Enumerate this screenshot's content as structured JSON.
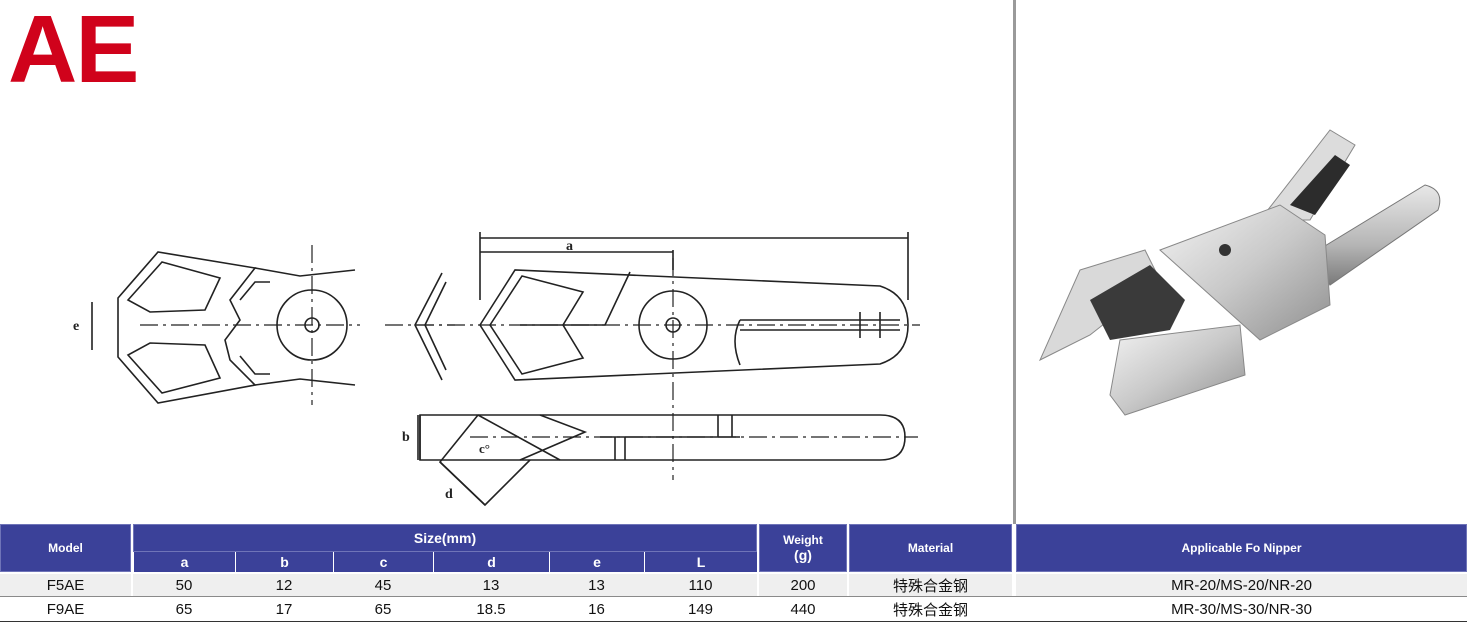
{
  "logo": "AE",
  "diagram_labels": {
    "a": "a",
    "b": "b",
    "c": "c°",
    "d": "d",
    "e": "e"
  },
  "table": {
    "model_header": "Model",
    "size_header": "Size(mm)",
    "size_columns": [
      "a",
      "b",
      "c",
      "d",
      "e",
      "L"
    ],
    "weight_header_1": "Weight",
    "weight_header_2": "(g)",
    "material_header": "Material",
    "nipper_header": "Applicable Fo Nipper",
    "rows": [
      {
        "model": "F5AE",
        "a": "50",
        "b": "12",
        "c": "45",
        "d": "13",
        "e": "13",
        "L": "110",
        "weight": "200",
        "material": "特殊合金钢",
        "nipper": "MR-20/MS-20/NR-20"
      },
      {
        "model": "F9AE",
        "a": "65",
        "b": "17",
        "c": "65",
        "d": "18.5",
        "e": "16",
        "L": "149",
        "weight": "440",
        "material": "特殊合金钢",
        "nipper": "MR-30/MS-30/NR-30"
      }
    ]
  },
  "colors": {
    "logo": "#d0021b",
    "header_bg": "#3b4199"
  }
}
